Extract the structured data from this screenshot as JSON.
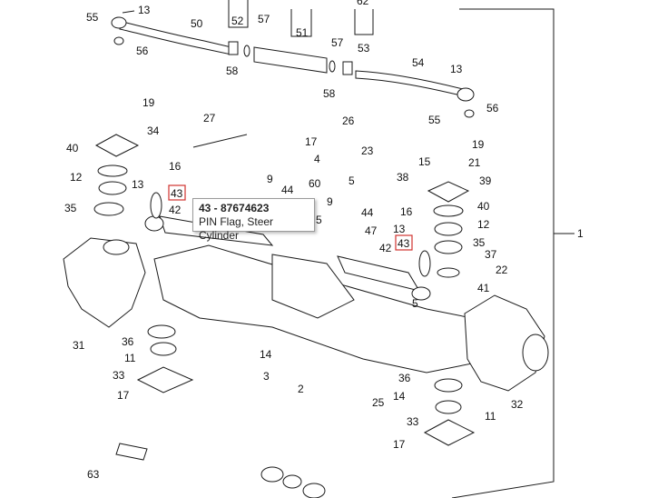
{
  "diagram": {
    "callouts": [
      "1",
      "2",
      "3",
      "4",
      "5",
      "9",
      "11",
      "12",
      "13",
      "14",
      "15",
      "16",
      "17",
      "19",
      "21",
      "22",
      "23",
      "25",
      "26",
      "27",
      "31",
      "32",
      "33",
      "34",
      "35",
      "36",
      "37",
      "38",
      "39",
      "40",
      "41",
      "42",
      "43",
      "44",
      "47",
      "50",
      "51",
      "52",
      "53",
      "54",
      "55",
      "56",
      "57",
      "58",
      "60",
      "62",
      "63"
    ]
  },
  "tooltip": {
    "title": "43 - 87674623",
    "description": "PIN Flag, Steer Cylinder"
  },
  "colors": {
    "hotspot": "#d0332f",
    "line": "#1a1a1a"
  }
}
